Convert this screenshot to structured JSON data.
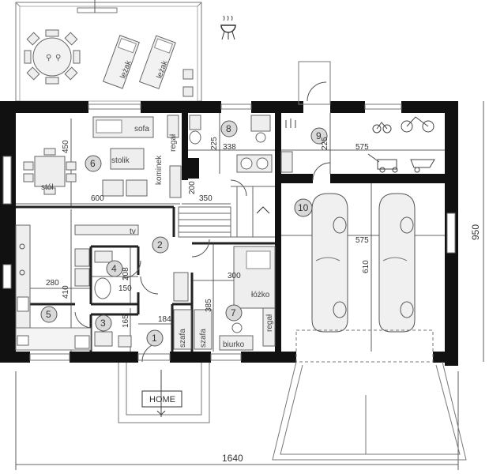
{
  "rooms": [
    {
      "num": "1"
    },
    {
      "num": "2"
    },
    {
      "num": "3"
    },
    {
      "num": "4"
    },
    {
      "num": "5"
    },
    {
      "num": "6"
    },
    {
      "num": "7"
    },
    {
      "num": "8"
    },
    {
      "num": "9"
    },
    {
      "num": "10"
    }
  ],
  "labels": {
    "sofa": "sofa",
    "regal_top": "regał",
    "stolik": "stolik",
    "kominek": "kominek",
    "stol": "stół",
    "tv": "tv",
    "lozko": "łóżko",
    "regal_bedroom": "regał",
    "biurko": "biurko",
    "szafa1": "szafa",
    "szafa2": "szafa",
    "lezak1": "leżak",
    "lezak2": "leżak",
    "home": "HOME"
  },
  "dims": {
    "d450": "450",
    "d600": "600",
    "d200": "200",
    "d350": "350",
    "d225a": "225",
    "d338": "338",
    "d225b": "225",
    "d575a": "575",
    "d575b": "575",
    "d610": "610",
    "d280": "280",
    "d410": "410",
    "d208": "208",
    "d150": "150",
    "d165": "165",
    "d184": "184",
    "d300": "300",
    "d385": "385",
    "d950": "950",
    "d1640": "1640"
  },
  "icons": [
    "grill-icon",
    "bicycle-icon",
    "lawnmower-icon",
    "wheelbarrow-icon",
    "car-icon",
    "table-icon"
  ]
}
